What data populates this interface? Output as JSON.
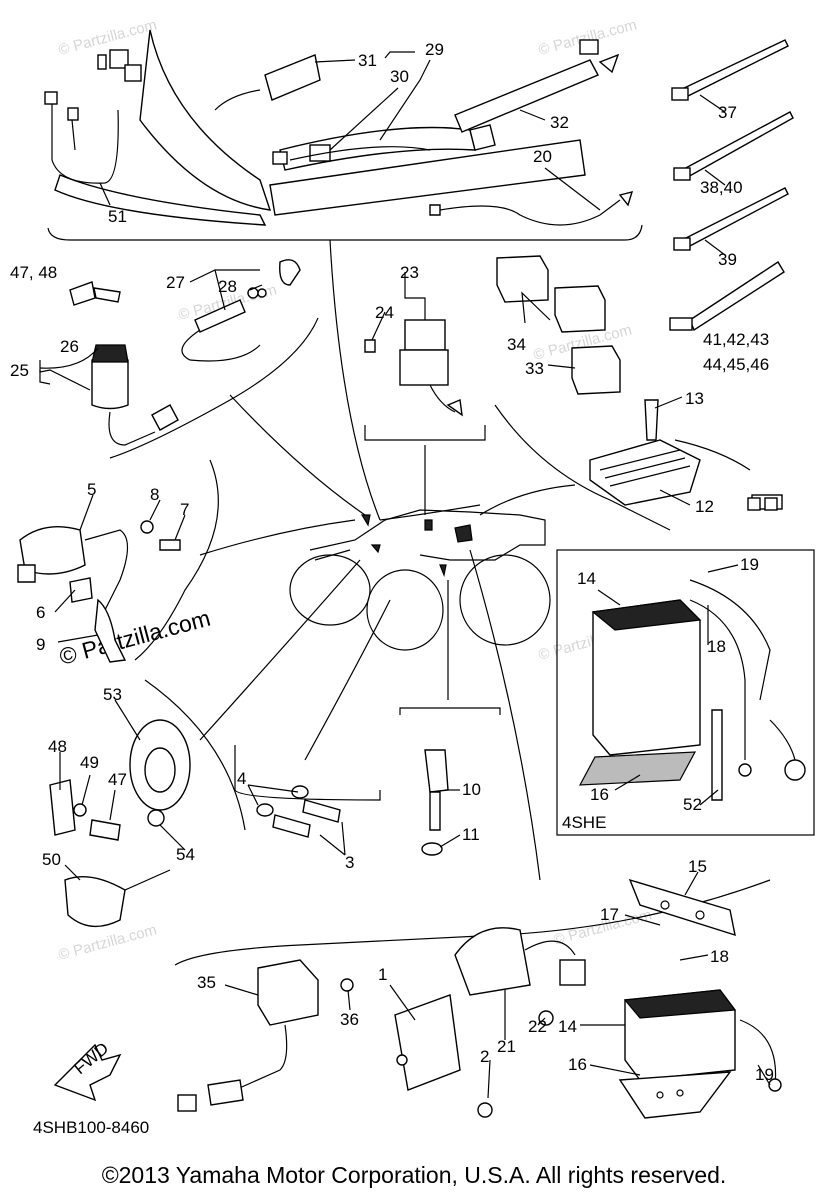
{
  "diagram": {
    "drawing_code": "4SHB100-8460",
    "battery_variant_box_label": "4SHE",
    "fwd_arrow_label": "FWD",
    "watermark": "© Partzilla.com",
    "callouts": {
      "c1": "1",
      "c2": "2",
      "c3": "3",
      "c4": "4",
      "c5": "5",
      "c6": "6",
      "c7": "7",
      "c8": "8",
      "c9": "9",
      "c10": "10",
      "c11": "11",
      "c12": "12",
      "c13": "13",
      "c14a": "14",
      "c14b": "14",
      "c15": "15",
      "c16a": "16",
      "c16b": "16",
      "c17": "17",
      "c18a": "18",
      "c18b": "18",
      "c19a": "19",
      "c19b": "19",
      "c20": "20",
      "c21": "21",
      "c22": "22",
      "c23": "23",
      "c24": "24",
      "c25": "25",
      "c26": "26",
      "c27": "27",
      "c28": "28",
      "c29": "29",
      "c30": "30",
      "c31": "31",
      "c32": "32",
      "c33": "33",
      "c34": "34",
      "c35": "35",
      "c36": "36",
      "c37": "37",
      "c3840": "38,40",
      "c39": "39",
      "c41": "41,42,43",
      "c44": "44,45,46",
      "c4748": "47, 48",
      "c47": "47",
      "c48": "48",
      "c49": "49",
      "c50": "50",
      "c51": "51",
      "c52": "52",
      "c53": "53",
      "c54": "54"
    }
  },
  "footer": {
    "copyright": "©2013 Yamaha Motor Corporation, U.S.A. All rights reserved."
  }
}
